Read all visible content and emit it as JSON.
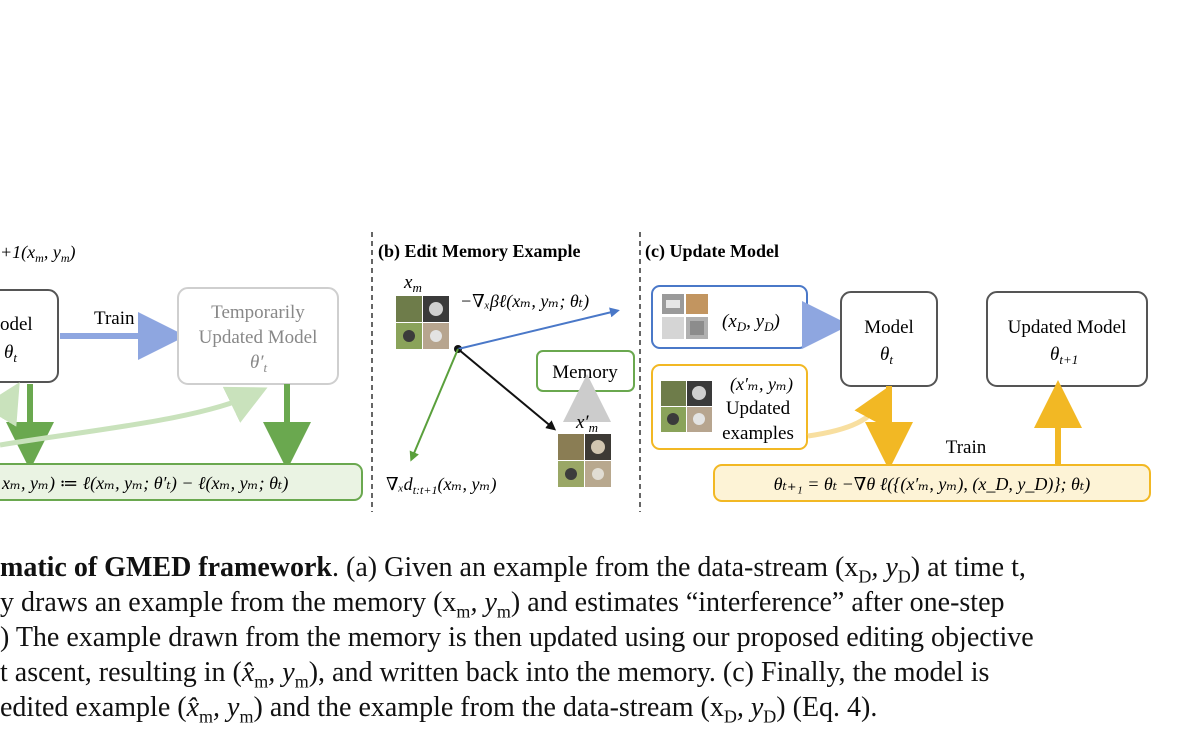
{
  "panel_a": {
    "top_formula": "+1(x",
    "top_formula_m": "m",
    "top_formula_mid": ", y",
    "top_formula_end": ")",
    "model_label": "odel",
    "model_theta": "θ",
    "model_theta_sub": "t",
    "train_label": "Train",
    "temp_line1": "Temporarily",
    "temp_line2": "Updated Model",
    "temp_theta": "θ′",
    "temp_theta_sub": "t",
    "interference_text": "xₘ, yₘ) ≔ ℓ(xₘ, yₘ; θ′ₜ) −  ℓ(xₘ, yₘ; θₜ)"
  },
  "panel_b": {
    "title": "(b) Edit Memory Example",
    "x_m": "x",
    "x_m_sub": "m",
    "grad_label": "−∇ₓβℓ(xₘ, yₘ; θₜ)",
    "memory_label": "Memory",
    "x_m_prime": "x′",
    "x_m_prime_sub": "m",
    "grad_d_label": "∇ₓd",
    "grad_d_sub": "t:t+1",
    "grad_d_rest": "(xₘ, yₘ)"
  },
  "panel_c": {
    "title": "(c) Update Model",
    "data_label": "(x",
    "data_label_sub": "D",
    "data_label_mid": ", y",
    "data_label_end": ")",
    "upd_pair": "(x′ₘ, yₘ)",
    "upd_line1": "Updated",
    "upd_line2": "examples",
    "model_label": "Model",
    "model_theta": "θ",
    "model_theta_sub": "t",
    "updated_line1": "Updated Model",
    "updated_theta": "θ",
    "updated_theta_sub": "t+1",
    "train_label": "Train",
    "update_rule": "θₜ₊₁ = θₜ −∇θ  ℓ({(x′ₘ, yₘ), (x_D, y_D)}; θₜ)"
  },
  "caption": {
    "line1_bold": "matic of GMED framework",
    "line1_rest": ". (a) Given an example from the data-stream (x",
    "line1_sub": "D",
    "line1_mid": ", y",
    "line1_end": ") at time t,",
    "line2": "y draws an example from the memory (x",
    "line2_sub": "m",
    "line2_mid": ", y",
    "line2_end": ") and estimates “interference” after one-step",
    "line3": ") The example drawn from the memory is then updated using our proposed editing objective",
    "line4_start": "t ascent, resulting in (",
    "line4_xhat": "x̂",
    "line4_sub": "m",
    "line4_mid": ", y",
    "line4_end": "), and written back into the memory. (c) Finally, the model is",
    "line5_start": "edited example (",
    "line5_xhat": "x̂",
    "line5_sub": "m",
    "line5_mid": ", y",
    "line5_mid2": ") and the example from the data-stream (x",
    "line5_sub2": "D",
    "line5_mid3": ", y",
    "line5_end": ") (Eq.  4)."
  },
  "colors": {
    "blue": "#8ea6e0",
    "green": "#6aa84f",
    "light_green": "#c9e2bc",
    "yellow": "#f2b824",
    "light_yellow": "#f8dfa0",
    "box_green_fill": "#eaf3e3",
    "box_yellow_fill": "#fdf3d6"
  }
}
